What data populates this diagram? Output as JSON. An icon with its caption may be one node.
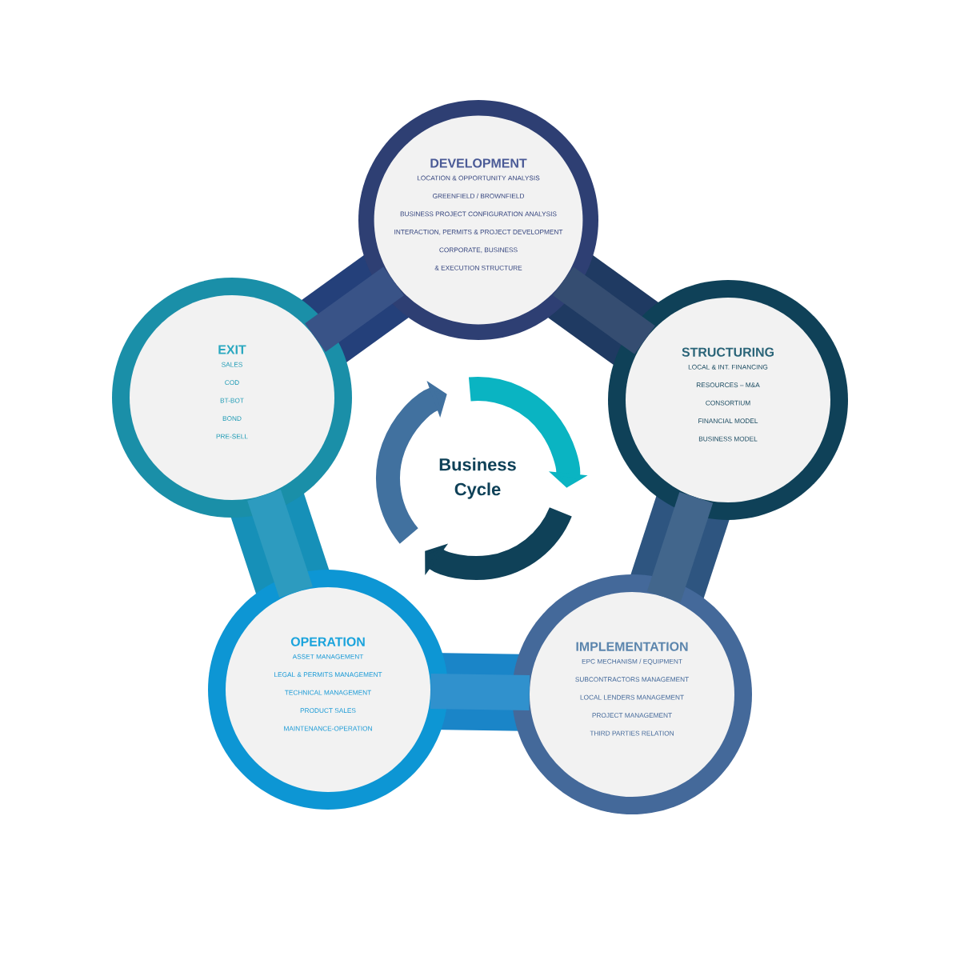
{
  "diagram": {
    "nodes": [
      {
        "text": [
          "DEVELOPMENT",
          "LOCATION & OPPORTUNITY ANALYSIS",
          "GREENFIELD / BROWNFIELD",
          "BUSINESS PROJECT CONFIGURATION ANALYSIS",
          "INTERACTION, PERMITS & PROJECT DEVELOPMENT",
          "CORPORATE, BUSINESS",
          "& EXECUTION STRUCTURE"
        ]
      },
      {
        "text": [
          "STRUCTURING",
          "LOCAL & INT. FINANCING",
          "RESOURCES – M&A",
          "CONSORTIUM",
          "FINANCIAL MODEL",
          "BUSINESS MODEL"
        ]
      },
      {
        "text": [
          "IMPLEMENTATION",
          "EPC MECHANISM  / EQUIPMENT",
          "SUBCONTRACTORS MANAGEMENT",
          "LOCAL LENDERS MANAGEMENT",
          "PROJECT MANAGEMENT",
          "THIRD PARTIES RELATION"
        ]
      },
      {
        "text": [
          "OPERATION",
          "ASSET MANAGEMENT",
          "LEGAL & PERMITS MANAGEMENT",
          "TECHNICAL MANAGEMENT",
          "PRODUCT SALES",
          "MAINTENANCE-OPERATION"
        ]
      },
      {
        "text": [
          "EXIT",
          "SALES",
          "COD",
          "BT-BOT",
          "BOND",
          "PRE-SELL"
        ]
      },
      {
        "text": [
          "Business Cycle"
        ]
      }
    ],
    "edges": [
      {
        "from": 0,
        "to": 1,
        "arrow": "none",
        "color": "#354d71"
      },
      {
        "from": 1,
        "to": 2,
        "arrow": "none",
        "color": "#42668c"
      },
      {
        "from": 2,
        "to": 3,
        "arrow": "none",
        "color": "#3091cd"
      },
      {
        "from": 3,
        "to": 4,
        "arrow": "none",
        "color": "#2d9bbf"
      },
      {
        "from": 4,
        "to": 0,
        "arrow": "none",
        "color": "#395387"
      }
    ]
  }
}
